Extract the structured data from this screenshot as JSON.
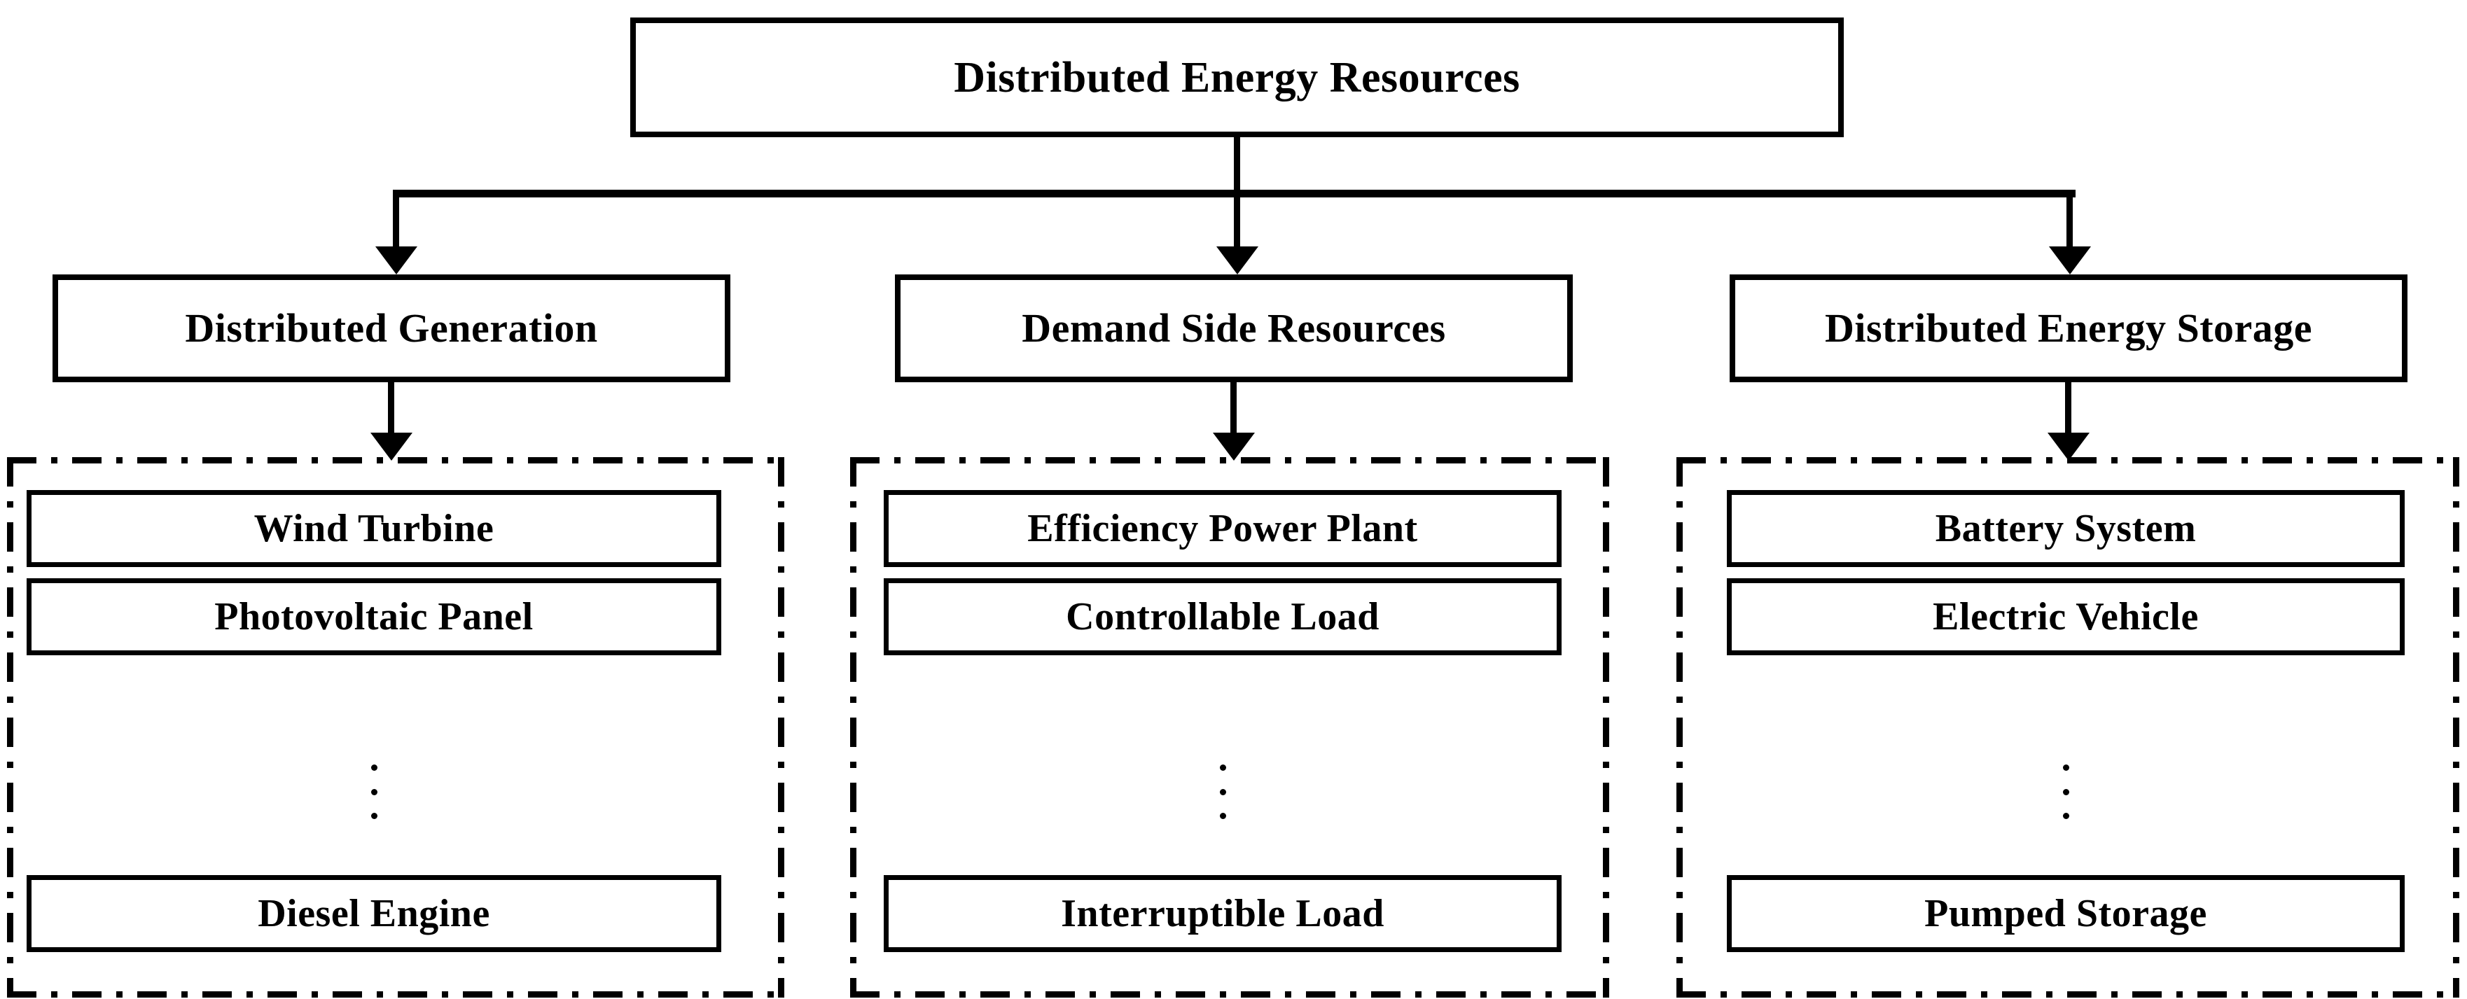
{
  "diagram": {
    "title": "Distributed Energy Resources",
    "root": {
      "label": "Distributed Energy Resources"
    },
    "branches": [
      {
        "label": "Distributed Generation",
        "items": [
          {
            "label": "Wind Turbine"
          },
          {
            "label": "Photovoltaic Panel"
          },
          {
            "label": "Diesel Engine"
          }
        ],
        "ellipsis": "⋮"
      },
      {
        "label": "Demand Side Resources",
        "items": [
          {
            "label": "Efficiency Power Plant"
          },
          {
            "label": "Controllable Load"
          },
          {
            "label": "Interruptible Load"
          }
        ],
        "ellipsis": "⋮"
      },
      {
        "label": "Distributed Energy Storage",
        "items": [
          {
            "label": "Battery System"
          },
          {
            "label": "Electric Vehicle"
          },
          {
            "label": "Pumped Storage"
          }
        ],
        "ellipsis": "⋮"
      }
    ],
    "colors": {
      "line": "#000000",
      "background": "#ffffff",
      "text": "#000000"
    }
  }
}
